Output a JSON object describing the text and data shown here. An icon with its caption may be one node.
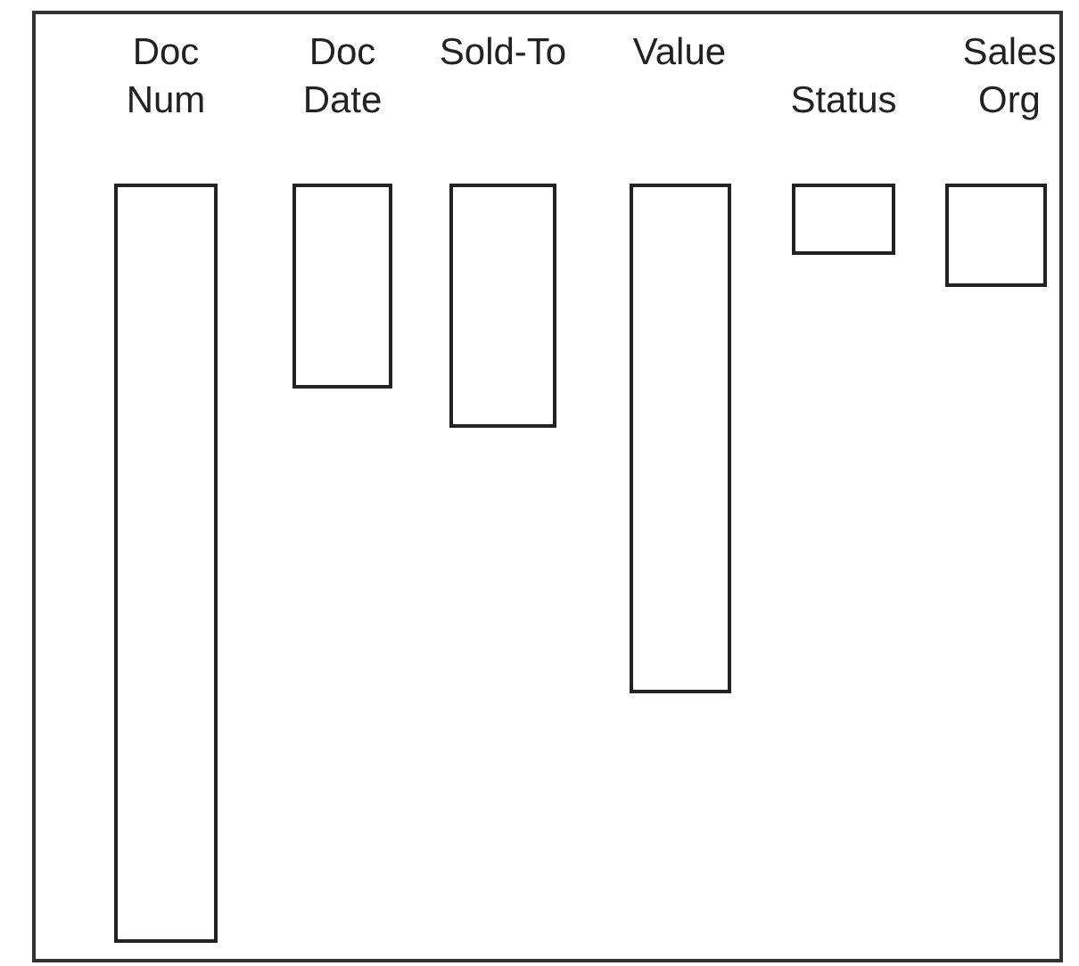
{
  "diagram": {
    "nodes": [
      {
        "text": [
          "Doc Num"
        ]
      },
      {
        "text": [
          "Doc Date"
        ]
      },
      {
        "text": [
          "Sold-To"
        ]
      },
      {
        "text": [
          "Value"
        ]
      },
      {
        "text": [
          "Status"
        ]
      },
      {
        "text": [
          "Sales Org"
        ]
      }
    ]
  }
}
